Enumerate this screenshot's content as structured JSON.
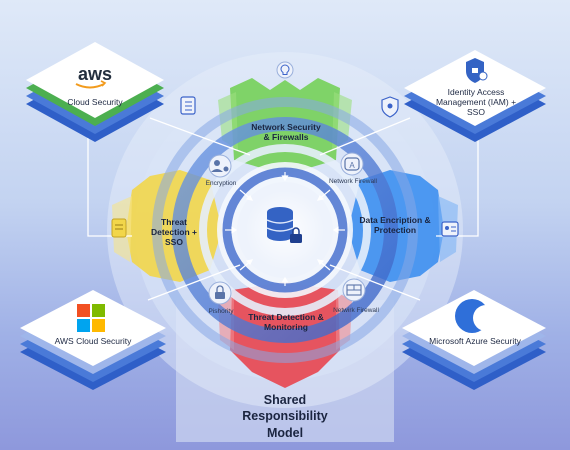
{
  "tiles": {
    "aws": {
      "logo": "aws",
      "label": "Cloud Security"
    },
    "iam": {
      "label": "Identity Access Management (IAM) + SSO",
      "icon": "shield-lock-icon"
    },
    "windows": {
      "label": "AWS Cloud Security",
      "icon": "windows-logo-icon"
    },
    "azure": {
      "label": "Microsoft Azure Security",
      "icon": "azure-crescent-icon"
    }
  },
  "segments": {
    "top": {
      "label": "Network Security & Firewalls",
      "color": "#6fcf4f"
    },
    "left": {
      "label": "Threat Detection + SSO",
      "color": "#f2d64a"
    },
    "right": {
      "label": "Data Encription & Protection",
      "color": "#3d8ff0"
    },
    "bottom": {
      "label": "Threat Detection & Monitoring",
      "color": "#e8454f"
    }
  },
  "ring_labels": {
    "encryption": "Encryption",
    "network_firewall_top": "Network Firewall",
    "phishing": "Pishority",
    "network_firewall_bottom": "Netwirk Firewall"
  },
  "center": {
    "icon": "database-lock-icon"
  },
  "model": {
    "line1": "Shared",
    "line2": "Responsibility",
    "line3": "Model"
  },
  "accent": "#3b63c9"
}
